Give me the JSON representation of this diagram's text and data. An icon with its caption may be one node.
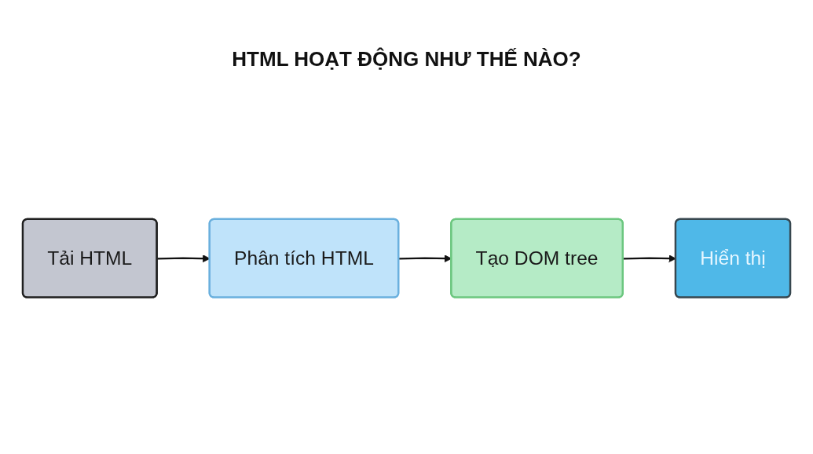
{
  "diagram": {
    "title": "HTML HOẠT ĐỘNG NHƯ THẾ NÀO?",
    "nodes": [
      {
        "text": [
          "Tải HTML"
        ]
      },
      {
        "text": [
          "Phân tích HTML"
        ]
      },
      {
        "text": [
          "Tạo DOM tree"
        ]
      },
      {
        "text": [
          "Hiển thị"
        ]
      }
    ],
    "edges": [
      {
        "from": 0,
        "to": 1,
        "arrow": "to"
      },
      {
        "from": 1,
        "to": 2,
        "arrow": "to"
      },
      {
        "from": 2,
        "to": 3,
        "arrow": "to"
      }
    ]
  }
}
